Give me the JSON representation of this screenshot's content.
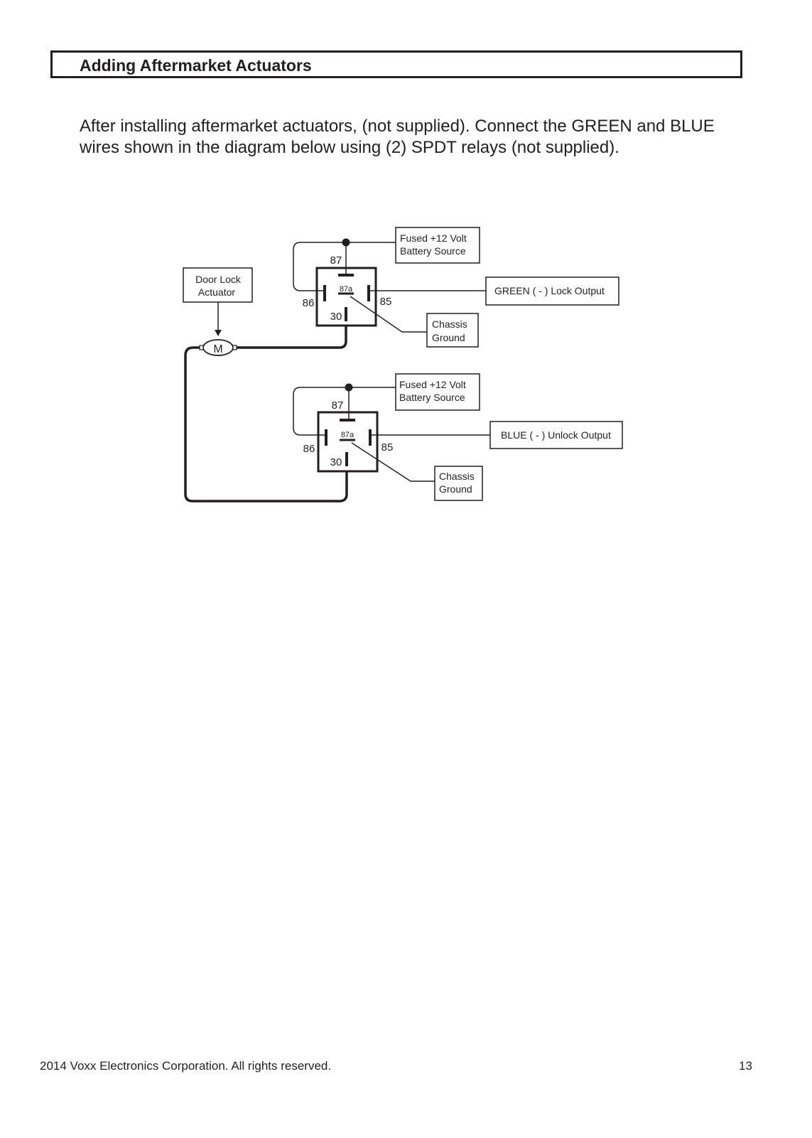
{
  "header": {
    "title": "Adding Aftermarket Actuators"
  },
  "intro": {
    "line1": "After installing aftermarket actuators, (not supplied).  Connect the GREEN and BLUE",
    "line2": "wires shown in the diagram below using (2) SPDT relays (not supplied)."
  },
  "diagram": {
    "actuator": {
      "line1": "Door Lock",
      "line2": "Actuator",
      "motor_label": "M"
    },
    "relay1": {
      "pin87": "87",
      "pin87a": "87a",
      "pin86": "86",
      "pin85": "85",
      "pin30": "30",
      "source": {
        "line1": "Fused +12 Volt",
        "line2": "Battery Source"
      },
      "output": "GREEN ( - ) Lock Output",
      "ground": {
        "line1": "Chassis",
        "line2": "Ground"
      }
    },
    "relay2": {
      "pin87": "87",
      "pin87a": "87a",
      "pin86": "86",
      "pin85": "85",
      "pin30": "30",
      "source": {
        "line1": "Fused +12 Volt",
        "line2": "Battery Source"
      },
      "output": "BLUE ( - ) Unlock Output",
      "ground": {
        "line1": "Chassis",
        "line2": "Ground"
      }
    }
  },
  "footer": {
    "copyright": "2014 Voxx Electronics Corporation. All rights reserved.",
    "page_number": "13"
  }
}
